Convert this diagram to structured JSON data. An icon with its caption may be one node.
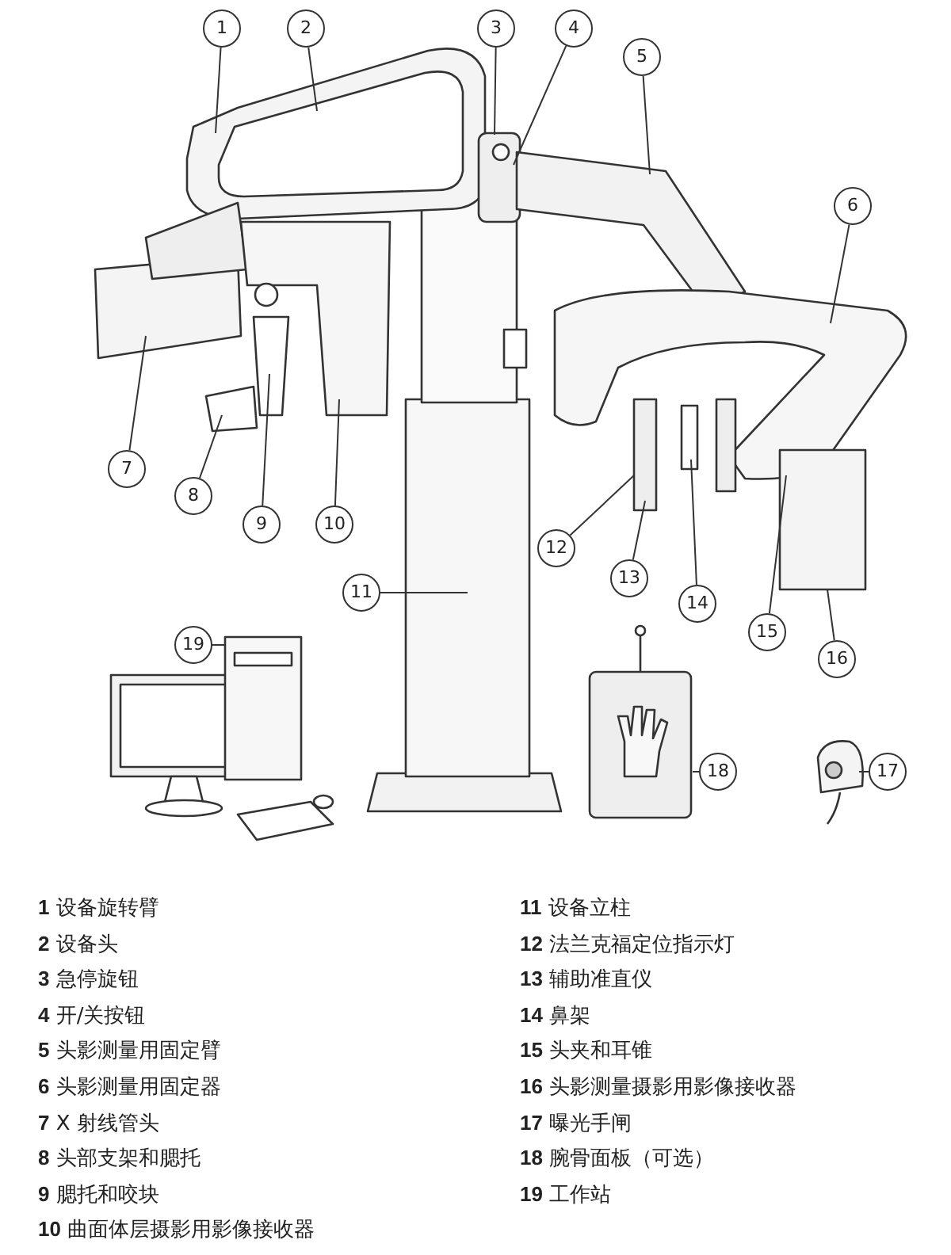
{
  "diagram": {
    "nodes": [
      {
        "text": [
          "1"
        ]
      },
      {
        "text": [
          "2"
        ]
      },
      {
        "text": [
          "3"
        ]
      },
      {
        "text": [
          "4"
        ]
      },
      {
        "text": [
          "5"
        ]
      },
      {
        "text": [
          "6"
        ]
      },
      {
        "text": [
          "7"
        ]
      },
      {
        "text": [
          "8"
        ]
      },
      {
        "text": [
          "9"
        ]
      },
      {
        "text": [
          "10"
        ]
      },
      {
        "text": [
          "11"
        ]
      },
      {
        "text": [
          "12"
        ]
      },
      {
        "text": [
          "13"
        ]
      },
      {
        "text": [
          "14"
        ]
      },
      {
        "text": [
          "15"
        ]
      },
      {
        "text": [
          "16"
        ]
      },
      {
        "text": [
          "17"
        ]
      },
      {
        "text": [
          "18"
        ]
      },
      {
        "text": [
          "19"
        ]
      }
    ],
    "edges": [
      {
        "from": 0,
        "to": null,
        "arrow": "none"
      },
      {
        "from": 1,
        "to": null,
        "arrow": "none"
      },
      {
        "from": 2,
        "to": null,
        "arrow": "none"
      },
      {
        "from": 3,
        "to": null,
        "arrow": "none"
      },
      {
        "from": 4,
        "to": null,
        "arrow": "none"
      },
      {
        "from": 5,
        "to": null,
        "arrow": "none"
      },
      {
        "from": 6,
        "to": null,
        "arrow": "none"
      },
      {
        "from": 7,
        "to": null,
        "arrow": "none"
      },
      {
        "from": 8,
        "to": null,
        "arrow": "none"
      },
      {
        "from": 9,
        "to": null,
        "arrow": "none"
      },
      {
        "from": 10,
        "to": null,
        "arrow": "none"
      },
      {
        "from": 11,
        "to": null,
        "arrow": "none"
      },
      {
        "from": 12,
        "to": null,
        "arrow": "none"
      },
      {
        "from": 13,
        "to": null,
        "arrow": "none"
      },
      {
        "from": 14,
        "to": null,
        "arrow": "none"
      },
      {
        "from": 15,
        "to": null,
        "arrow": "none"
      },
      {
        "from": 16,
        "to": null,
        "arrow": "none"
      },
      {
        "from": 17,
        "to": null,
        "arrow": "none"
      },
      {
        "from": 18,
        "to": null,
        "arrow": "none"
      }
    ],
    "labels": [
      "**1** 设备旋转臂",
      "**2** 设备头",
      "**3** 急停旋钮",
      "**4** 开/关按钮",
      "**5** 头影测量用固定臂",
      "**6** 头影测量用固定器",
      "**7** X 射线管头",
      "**8** 头部支架和腮托",
      "**9** 腮托和咬块",
      "**10** 曲面体层摄影用影像接收器",
      "**11** 设备立柱",
      "**12** 法兰克福定位指示灯",
      "**13** 辅助准直仪",
      "**14** 鼻架",
      "**15** 头夹和耳锥",
      "**16** 头影测量摄影用影像接收器",
      "**17** 曝光手闸",
      "**18** 腕骨面板（可选）",
      "**19** 工作站"
    ]
  }
}
